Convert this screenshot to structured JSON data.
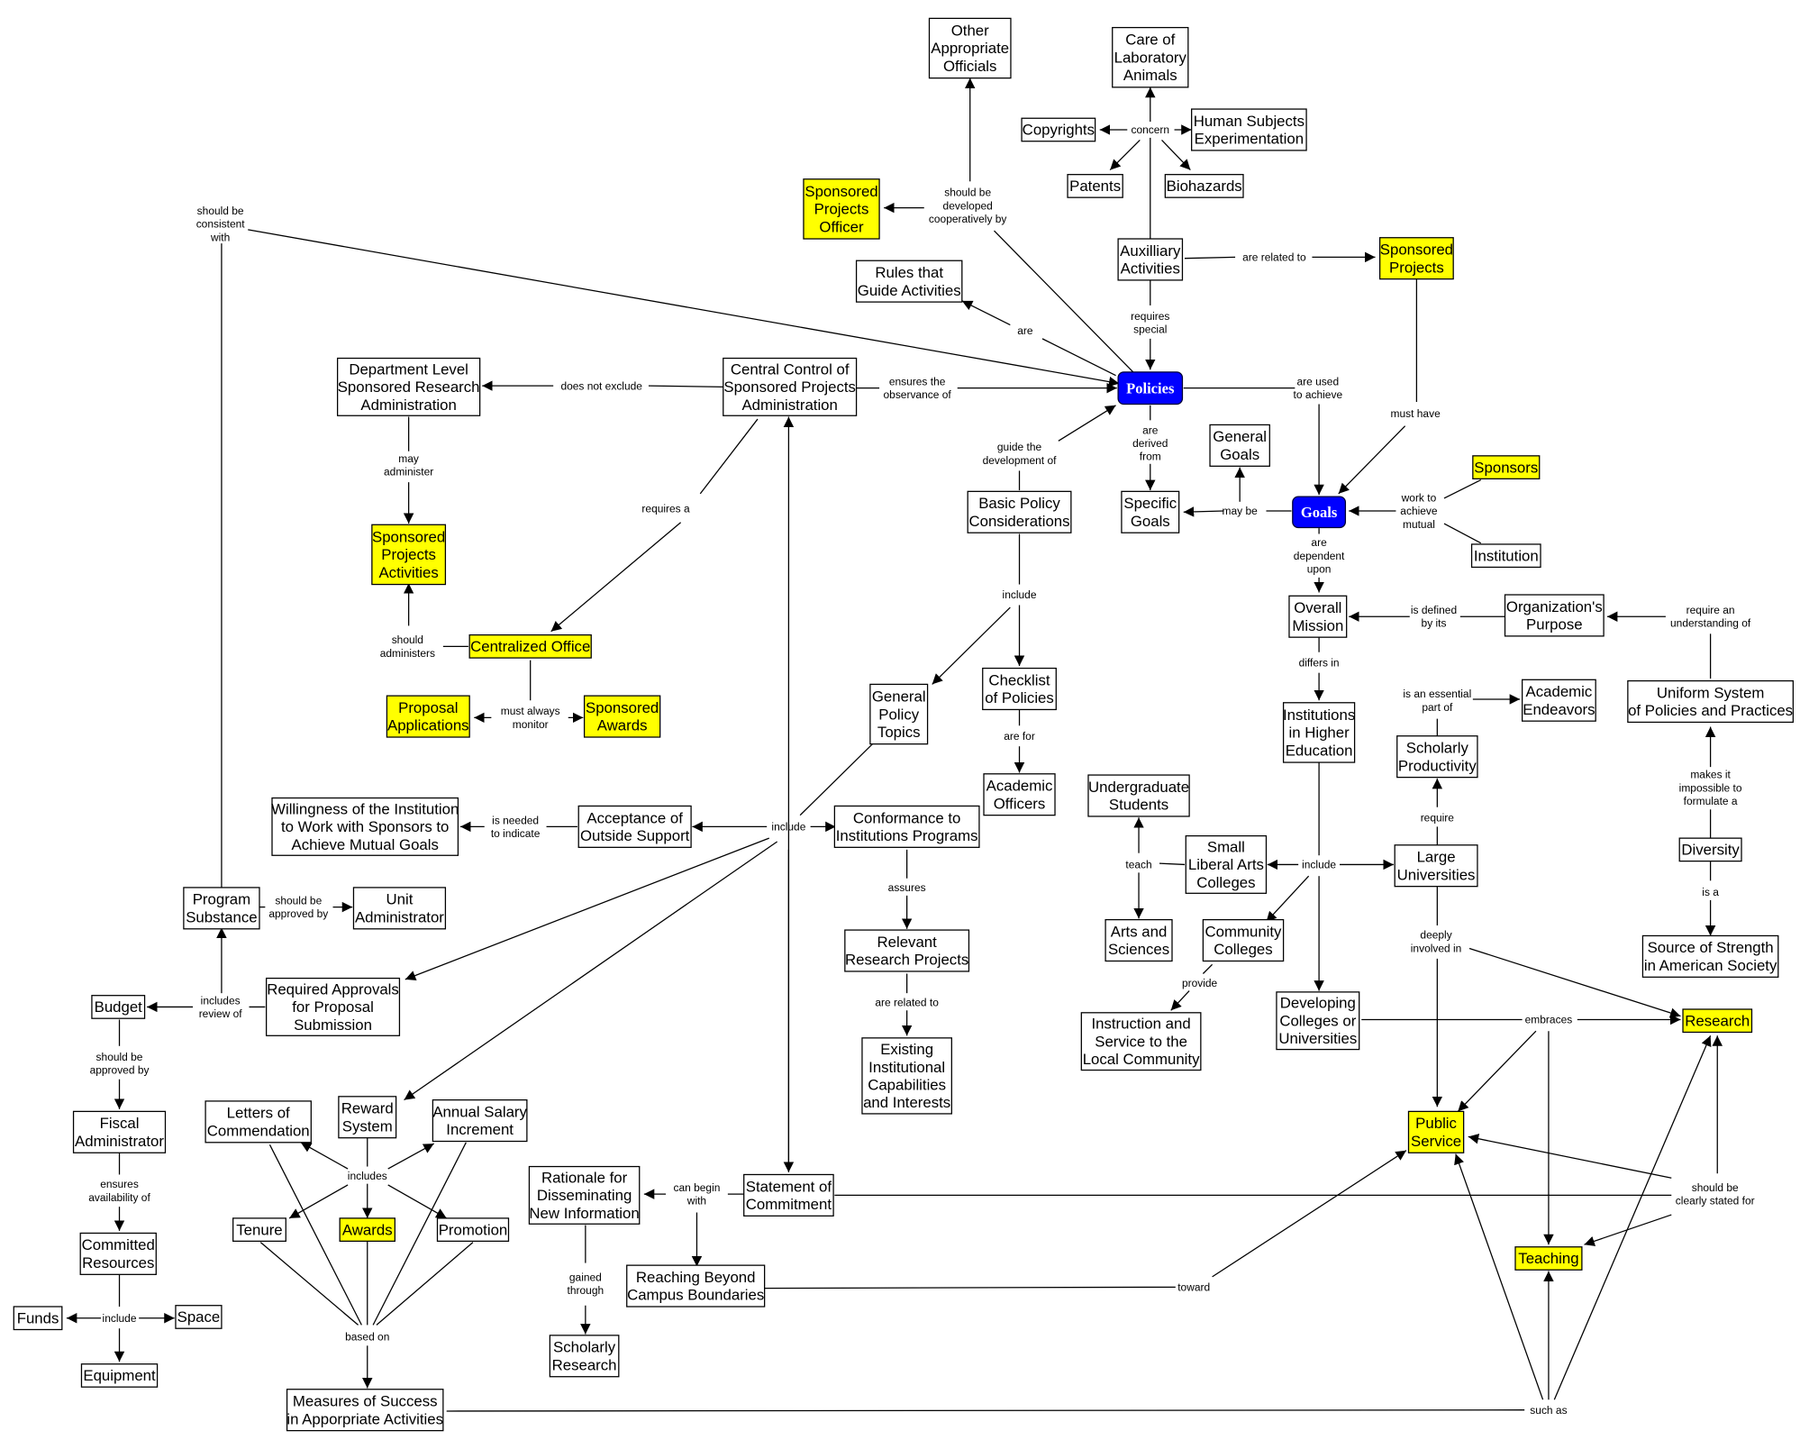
{
  "title": "Sponsored Projects Policies Concept Map",
  "colors": {
    "concept": "#ffffff",
    "highlight": "#ffff00",
    "key": "#0000ff",
    "line": "#000000"
  },
  "concepts": {
    "other_officials": [
      "Other",
      "Appropriate",
      "Officials"
    ],
    "care_animals": [
      "Care of",
      "Laboratory",
      "Animals"
    ],
    "copyrights": [
      "Copyrights"
    ],
    "human_subjects": [
      "Human Subjects",
      "Experimentation"
    ],
    "patents": [
      "Patents"
    ],
    "biohazards": [
      "Biohazards"
    ],
    "sp_officer": [
      "Sponsored",
      "Projects",
      "Officer"
    ],
    "auxilliary": [
      "Auxilliary",
      "Activities"
    ],
    "sponsored_projects": [
      "Sponsored",
      "Projects"
    ],
    "rules": [
      "Rules that",
      "Guide Activities"
    ],
    "dept_level": [
      "Department Level",
      "Sponsored Research",
      "Administration"
    ],
    "central_control": [
      "Central Control of",
      "Sponsored Projects",
      "Administration"
    ],
    "policies": [
      "Policies"
    ],
    "general_goals": [
      "General",
      "Goals"
    ],
    "sponsors": [
      "Sponsors"
    ],
    "basic_policy": [
      "Basic Policy",
      "Considerations"
    ],
    "specific_goals": [
      "Specific",
      "Goals"
    ],
    "goals": [
      "Goals"
    ],
    "institution": [
      "Institution"
    ],
    "sp_activities": [
      "Sponsored",
      "Projects",
      "Activities"
    ],
    "overall_mission": [
      "Overall",
      "Mission"
    ],
    "org_purpose": [
      "Organization's",
      "Purpose"
    ],
    "centralized_office": [
      "Centralized Office"
    ],
    "checklist": [
      "Checklist",
      "of Policies"
    ],
    "proposal_apps": [
      "Proposal",
      "Applications"
    ],
    "sponsored_awards": [
      "Sponsored",
      "Awards"
    ],
    "general_topics": [
      "General",
      "Policy",
      "Topics"
    ],
    "academic_endeavors": [
      "Academic",
      "Endeavors"
    ],
    "uniform_system": [
      "Uniform System",
      "of Policies and Practices"
    ],
    "institutions_higher": [
      "Institutions",
      "in Higher",
      "Education"
    ],
    "scholarly_productivity": [
      "Scholarly",
      "Productivity"
    ],
    "academic_officers": [
      "Academic",
      "Officers"
    ],
    "undergrad": [
      "Undergraduate",
      "Students"
    ],
    "willingness": [
      "Willingness of the Institution",
      "to Work with Sponsors to",
      "Achieve Mutual Goals"
    ],
    "acceptance": [
      "Acceptance of",
      "Outside Support"
    ],
    "conformance": [
      "Conformance to",
      "Institutions Programs"
    ],
    "small_liberal": [
      "Small",
      "Liberal Arts",
      "Colleges"
    ],
    "large_univ": [
      "Large",
      "Universities"
    ],
    "diversity": [
      "Diversity"
    ],
    "program_substance": [
      "Program",
      "Substance"
    ],
    "unit_admin": [
      "Unit",
      "Administrator"
    ],
    "arts_sciences": [
      "Arts and",
      "Sciences"
    ],
    "community_colleges": [
      "Community",
      "Colleges"
    ],
    "relevant_research": [
      "Relevant",
      "Research Projects"
    ],
    "source_strength": [
      "Source of Strength",
      "in American Society"
    ],
    "budget": [
      "Budget"
    ],
    "required_approvals": [
      "Required Approvals",
      "for Proposal",
      "Submission"
    ],
    "developing": [
      "Developing",
      "Colleges or",
      "Universities"
    ],
    "instruction_service": [
      "Instruction and",
      "Service to the",
      "Local Community"
    ],
    "research": [
      "Research"
    ],
    "existing_capabilities": [
      "Existing",
      "Institutional",
      "Capabilities",
      "and Interests"
    ],
    "fiscal_admin": [
      "Fiscal",
      "Administrator"
    ],
    "letters": [
      "Letters of",
      "Commendation"
    ],
    "reward_system": [
      "Reward",
      "System"
    ],
    "annual_salary": [
      "Annual Salary",
      "Increment"
    ],
    "public_service": [
      "Public",
      "Service"
    ],
    "rationale": [
      "Rationale for",
      "Disseminating",
      "New Information"
    ],
    "statement": [
      "Statement of",
      "Commitment"
    ],
    "tenure": [
      "Tenure"
    ],
    "awards": [
      "Awards"
    ],
    "promotion": [
      "Promotion"
    ],
    "committed_resources": [
      "Committed",
      "Resources"
    ],
    "teaching": [
      "Teaching"
    ],
    "reaching_beyond": [
      "Reaching Beyond",
      "Campus Boundaries"
    ],
    "funds": [
      "Funds"
    ],
    "space": [
      "Space"
    ],
    "equipment": [
      "Equipment"
    ],
    "scholarly_research": [
      "Scholarly",
      "Research"
    ],
    "measures_success": [
      "Measures of Success",
      "in Apporpriate Activities"
    ]
  },
  "links": {
    "consistent_with": [
      "should be",
      "consistent",
      "with"
    ],
    "developed_coop": [
      "should be",
      "developed",
      "cooperatively by"
    ],
    "concern": [
      "concern"
    ],
    "are_related_to_sp": [
      "are related to"
    ],
    "requires_special": [
      "requires",
      "special"
    ],
    "are": [
      "are"
    ],
    "does_not_exclude": [
      "does not exclude"
    ],
    "ensures_observance": [
      "ensures the",
      "observance of"
    ],
    "are_used_to_achieve": [
      "are used",
      "to achieve"
    ],
    "must_have": [
      "must have"
    ],
    "guide_development": [
      "guide the",
      "development of"
    ],
    "are_derived_from": [
      "are",
      "derived",
      "from"
    ],
    "may_be": [
      "may be"
    ],
    "work_to_achieve": [
      "work to",
      "achieve",
      "mutual"
    ],
    "may_administer": [
      "may",
      "administer"
    ],
    "requires_a": [
      "requires a"
    ],
    "are_dependent_upon": [
      "are",
      "dependent",
      "upon"
    ],
    "include_policy": [
      "include"
    ],
    "is_defined_by": [
      "is defined",
      "by its"
    ],
    "require_understanding": [
      "require an",
      "understanding of"
    ],
    "should_administers": [
      "should",
      "administers"
    ],
    "differs_in": [
      "differs in"
    ],
    "must_always_monitor": [
      "must always",
      "monitor"
    ],
    "are_for": [
      "are for"
    ],
    "essential_part": [
      "is an essential",
      "part of"
    ],
    "makes_impossible": [
      "makes it",
      "impossible to",
      "formulate a"
    ],
    "is_needed": [
      "is needed",
      "to indicate"
    ],
    "include_center": [
      "include"
    ],
    "require": [
      "require"
    ],
    "teach": [
      "teach"
    ],
    "include_institutions": [
      "include"
    ],
    "is_a": [
      "is a"
    ],
    "assures": [
      "assures"
    ],
    "approved_unit": [
      "should be",
      "approved by"
    ],
    "deeply_involved": [
      "deeply",
      "involved in"
    ],
    "provide": [
      "provide"
    ],
    "includes_review": [
      "includes",
      "review of"
    ],
    "are_related_to_existing": [
      "are related to"
    ],
    "embraces": [
      "embraces"
    ],
    "approved_fiscal": [
      "should be",
      "approved by"
    ],
    "includes_reward": [
      "includes"
    ],
    "ensures_availability": [
      "ensures",
      "availability of"
    ],
    "can_begin_with": [
      "can begin",
      "with"
    ],
    "clearly_stated": [
      "should be",
      "clearly stated for"
    ],
    "gained_through": [
      "gained",
      "through"
    ],
    "include_resources": [
      "include"
    ],
    "toward": [
      "toward"
    ],
    "based_on": [
      "based on"
    ],
    "such_as": [
      "such as"
    ]
  }
}
